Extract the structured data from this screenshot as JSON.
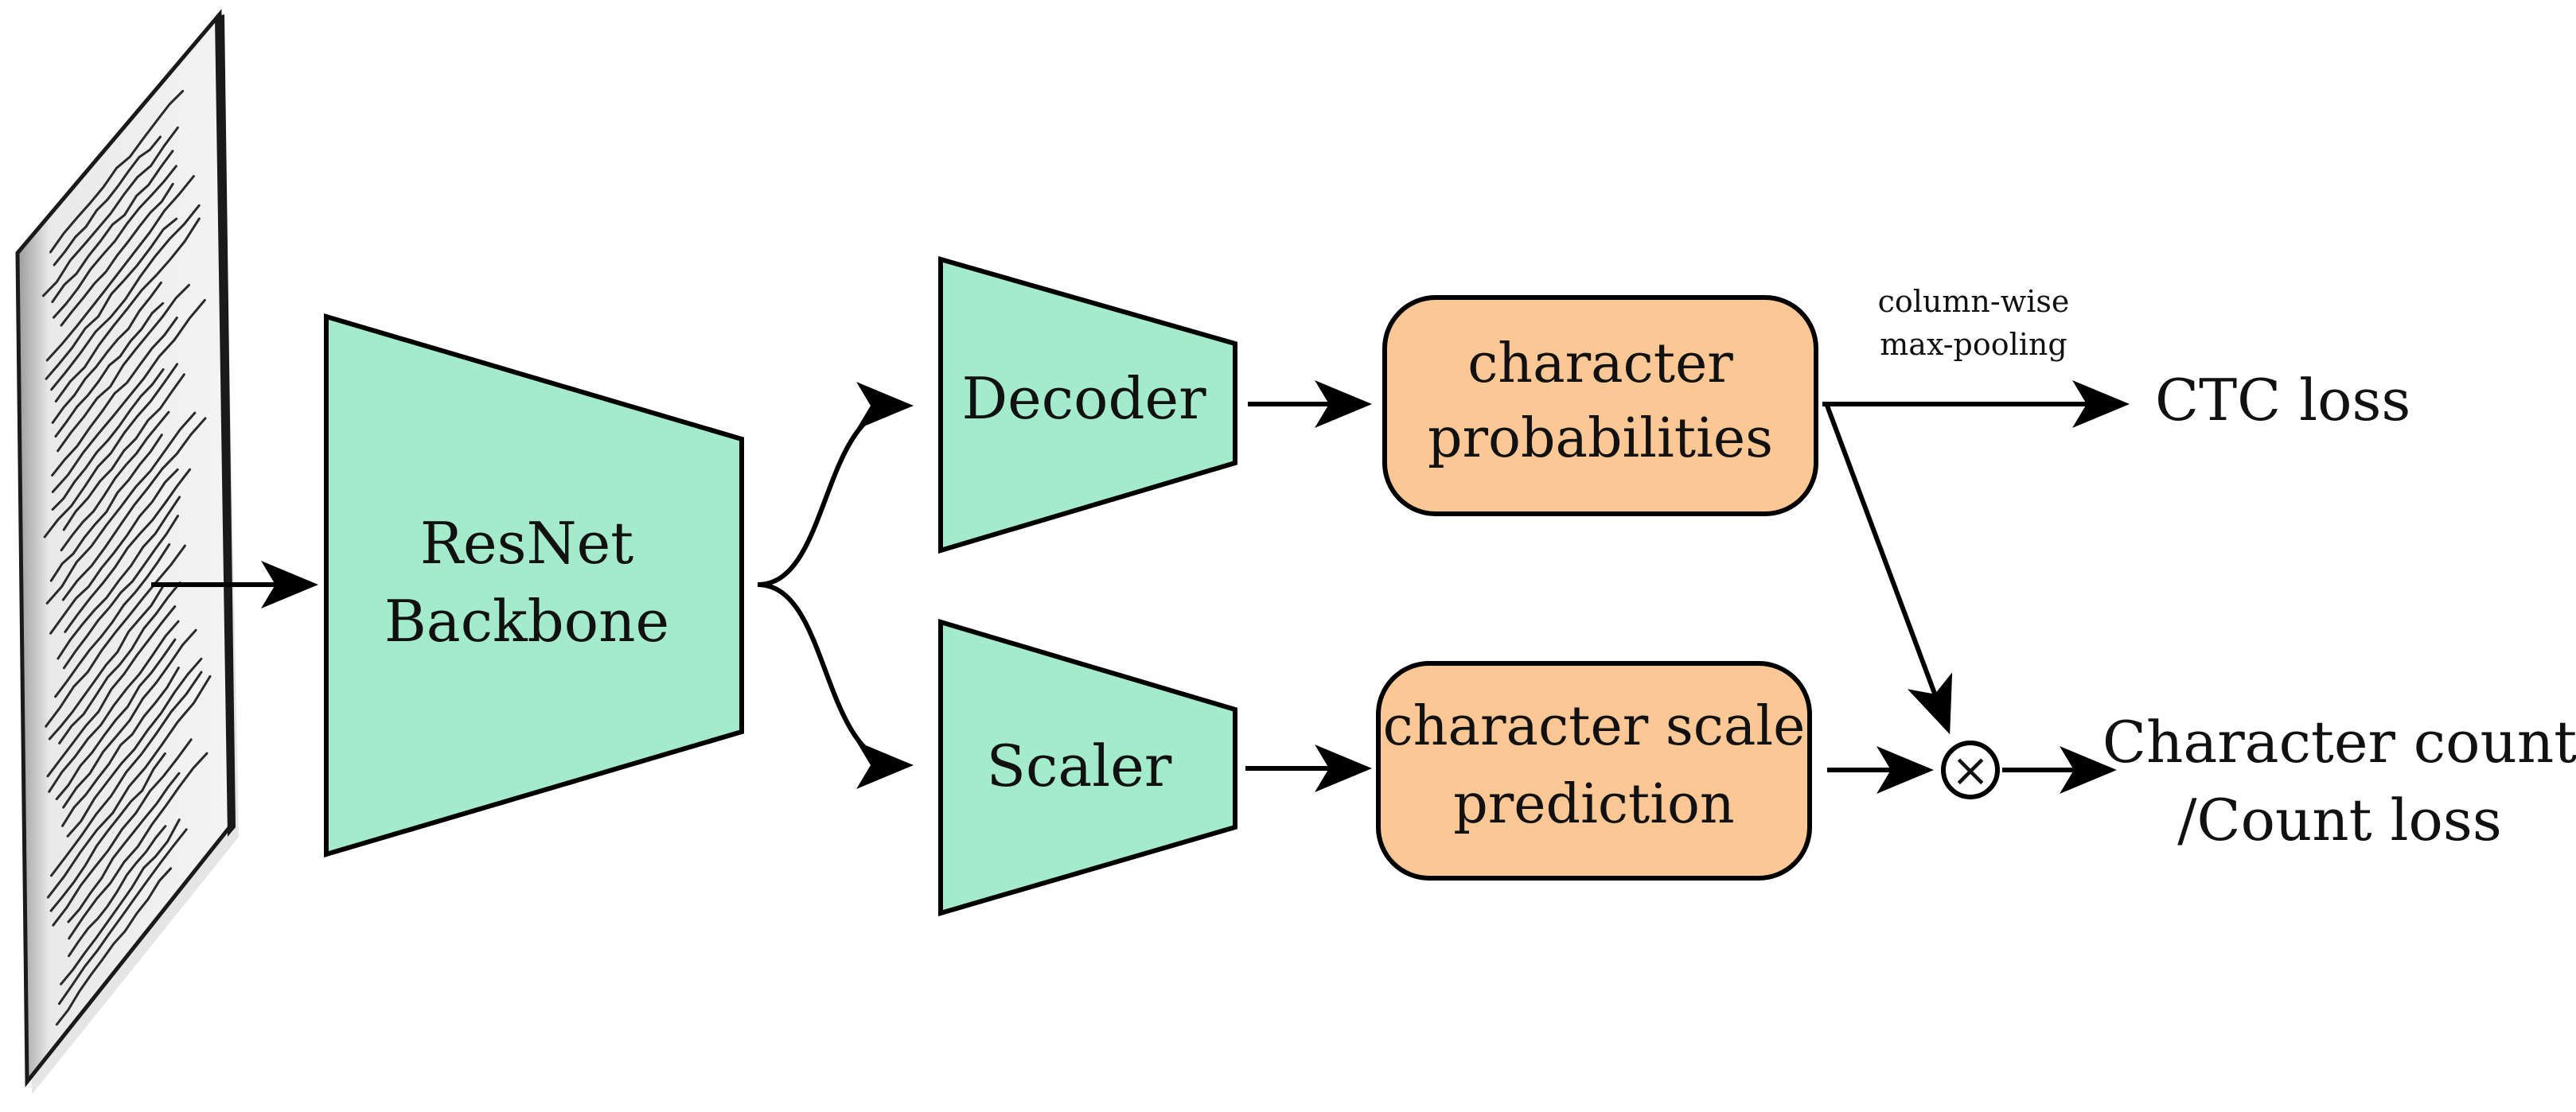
{
  "nodes": {
    "backbone": {
      "line1": "ResNet",
      "line2": "Backbone"
    },
    "decoder": {
      "label": "Decoder"
    },
    "scaler": {
      "label": "Scaler"
    },
    "char_prob": {
      "line1": "character",
      "line2": "probabilities"
    },
    "char_scale": {
      "line1": "character scale",
      "line2": "prediction"
    },
    "multiply": {
      "symbol": "×"
    }
  },
  "edge_labels": {
    "pooling_line1": "column-wise",
    "pooling_line2": "max-pooling"
  },
  "outputs": {
    "ctc": "CTC loss",
    "count_line1": "Character count",
    "count_line2": "/Count loss"
  },
  "colors": {
    "module_fill": "#a3ebcb",
    "output_fill": "#fbc795",
    "stroke": "#000000"
  },
  "icons": {
    "input_image": "handwritten-document-page"
  }
}
